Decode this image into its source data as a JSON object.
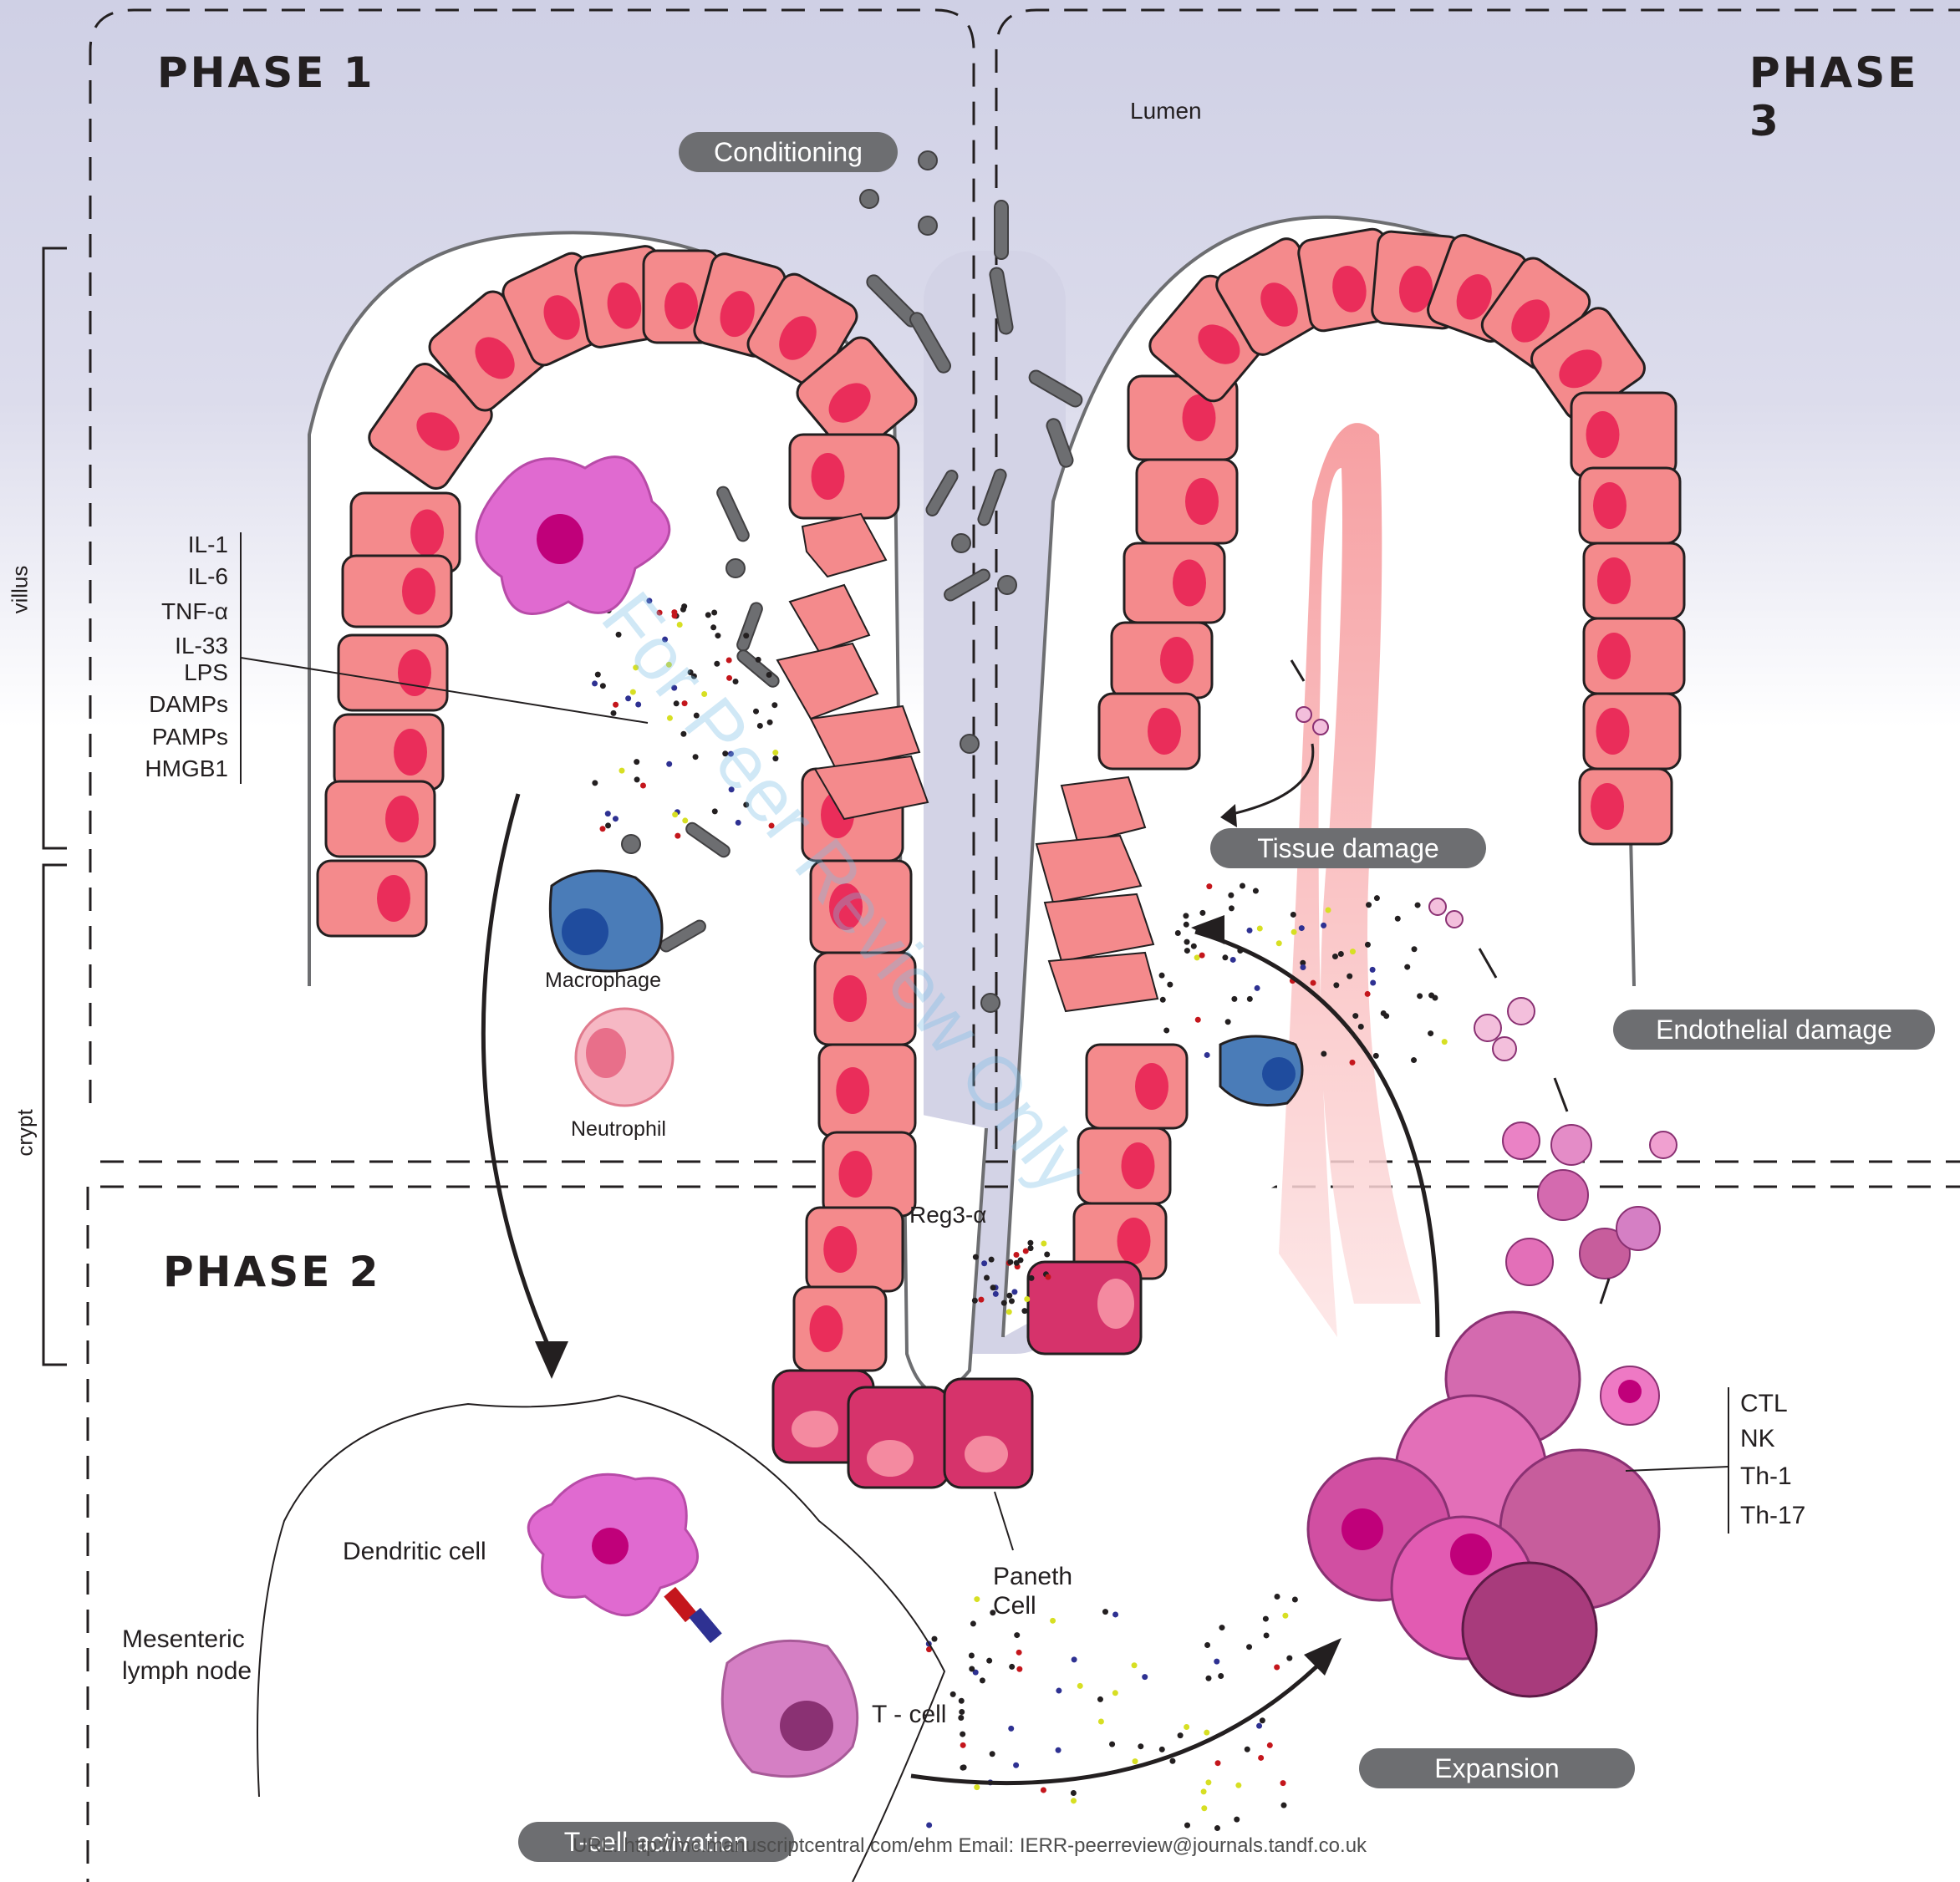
{
  "phases": {
    "phase1": "PHASE 1",
    "phase2": "PHASE 2",
    "phase3": "PHASE 3"
  },
  "region_labels": {
    "lumen": "Lumen",
    "villus": "villus",
    "crypt": "crypt"
  },
  "process_pills": {
    "conditioning": "Conditioning",
    "tissue_damage": "Tissue damage",
    "endothelial_damage": "Endothelial damage",
    "expansion": "Expansion",
    "t_cell_activation": "T-cell activation"
  },
  "cytokines": [
    "IL-1",
    "IL-6",
    "TNF-α",
    "IL-33",
    "LPS",
    "DAMPs",
    "PAMPs",
    "HMGB1"
  ],
  "cell_labels": {
    "macrophage": "Macrophage",
    "neutrophil": "Neutrophil",
    "reg3": "Reg3-α",
    "paneth_line1": "Paneth",
    "paneth_line2": "Cell",
    "dendritic": "Dendritic cell",
    "mln_line1": "Mesenteric",
    "mln_line2": "lymph node",
    "tcell": "T - cell"
  },
  "effector_cells": [
    "CTL",
    "NK",
    "Th-1",
    "Th-17"
  ],
  "footer": "URL: http://mc.manuscriptcentral.com/ehm   Email: IERR-peerreview@journals.tandf.co.uk",
  "watermark": "For Peer Review Only",
  "colors": {
    "lumen_bg": "#d3d3e6",
    "epithelium": "#f48a8c",
    "nucleus": "#ea2d5a",
    "paneth": "#e0457a",
    "vessel": "#f6a3a3",
    "macrophage": "#4a7cb8",
    "dendritic": "#e06ad0",
    "tcell": "#d57fc4",
    "pill": "#6d6e71"
  }
}
